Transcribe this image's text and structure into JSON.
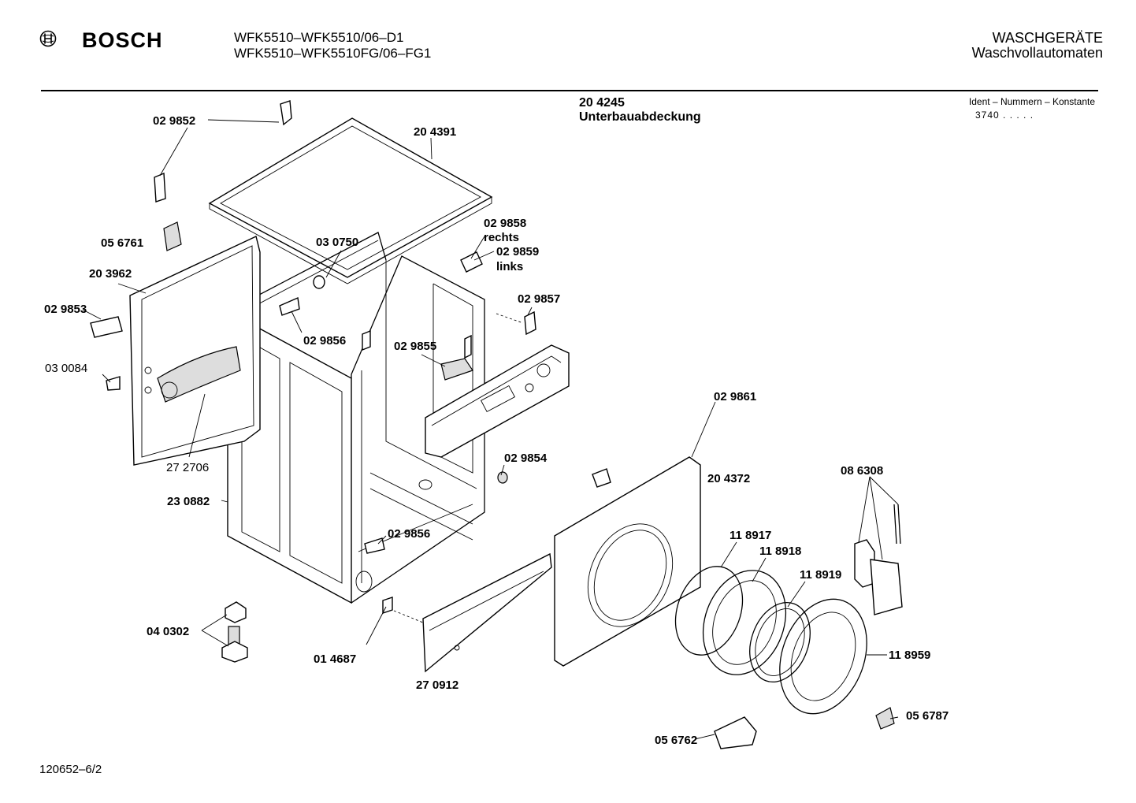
{
  "header": {
    "brand": "BOSCH",
    "model_line_1": "WFK5510–WFK5510/06–D1",
    "model_line_2": "WFK5510–WFK5510FG/06–FG1",
    "category_line_1": "WASCHGERÄTE",
    "category_line_2": "Waschvollautomaten"
  },
  "assembly": {
    "number": "20 4245",
    "name": "Unterbauabdeckung",
    "ident_label": "Ident – Nummern – Konstante",
    "ident_value": "3740  .  .  .  .  ."
  },
  "footer": {
    "drawing_number": "120652–6/2"
  },
  "parts": [
    "02 9852",
    "20 4391",
    "05 6761",
    "03 0750",
    "02 9858",
    "rechts",
    "02 9859",
    "links",
    "20 3962",
    "02 9853",
    "02 9857",
    "02 9856",
    "02 9855",
    "03 0084",
    "02 9861",
    "27 2706",
    "02 9854",
    "20 4372",
    "08 6308",
    "23 0882",
    "11 8917",
    "11 8918",
    "02 9856",
    "11 8919",
    "04 0302",
    "01 4687",
    "11 8959",
    "27 0912",
    "05 6787",
    "05 6762"
  ]
}
